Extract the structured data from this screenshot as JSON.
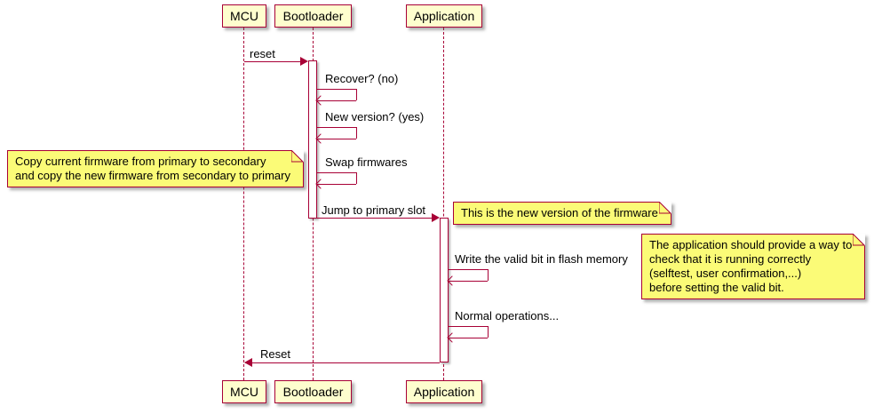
{
  "diagram": {
    "participants": [
      {
        "name": "MCU"
      },
      {
        "name": "Bootloader"
      },
      {
        "name": "Application"
      }
    ],
    "messages": {
      "reset_to_bootloader": "reset",
      "recover": "Recover? (no)",
      "new_version": "New version? (yes)",
      "swap_firmwares": "Swap firmwares",
      "jump_to_primary": "Jump to primary slot",
      "write_valid_bit": "Write the valid bit in flash memory",
      "normal_operations": "Normal operations...",
      "reset_to_mcu": "Reset"
    },
    "notes": {
      "copy_firmware": "Copy current firmware from primary to secondary\nand copy the new firmware from secondary to primary",
      "new_firmware_version": "This is the new version of the firmware",
      "valid_bit_advice": "The application should provide a way to\ncheck that it is running correctly\n(selftest, user confirmation,...)\nbefore setting the valid bit."
    },
    "colors": {
      "border": "#A80036",
      "participant_bg": "#FEFECE",
      "note_bg": "#FBFB77",
      "arrow": "#A80036"
    }
  }
}
